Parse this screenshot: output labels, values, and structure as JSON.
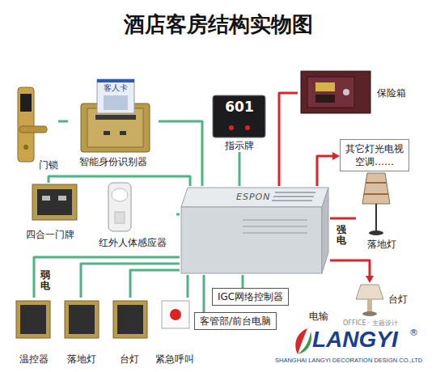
{
  "diagram": {
    "title": "酒店客房结构实物图",
    "nodes": [
      {
        "text": [
          "门锁"
        ]
      },
      {
        "text": [
          "智能身份识别器"
        ]
      },
      {
        "text": [
          "601",
          "指示牌"
        ]
      },
      {
        "text": [
          "保险箱"
        ]
      },
      {
        "text": [
          "其它灯光电视 空调……"
        ]
      },
      {
        "text": [
          "落地灯"
        ]
      },
      {
        "text": [
          "四合一门牌"
        ]
      },
      {
        "text": [
          "红外人体感应器"
        ]
      },
      {
        "text": [
          "ESPON"
        ]
      },
      {
        "text": [
          "台灯"
        ]
      },
      {
        "text": [
          "温控器"
        ]
      },
      {
        "text": [
          "落地灯"
        ]
      },
      {
        "text": [
          "台灯"
        ]
      },
      {
        "text": [
          "紧急呼叫"
        ]
      },
      {
        "text": [
          "IGC网络控制器"
        ]
      },
      {
        "text": [
          "客管部/前台电脑"
        ]
      }
    ],
    "edges": [
      {
        "from": 0,
        "to": 1,
        "arrow": "none"
      },
      {
        "from": 1,
        "to": 8,
        "arrow": "none"
      },
      {
        "from": 2,
        "to": 8,
        "arrow": "none"
      },
      {
        "from": 8,
        "to": 3,
        "arrow": "none"
      },
      {
        "from": 8,
        "to": 4,
        "arrow": "to"
      },
      {
        "from": 8,
        "to": 5,
        "arrow": "none"
      },
      {
        "from": 8,
        "to": 9,
        "arrow": "to"
      },
      {
        "from": 6,
        "to": 8,
        "arrow": "none"
      },
      {
        "from": 7,
        "to": 8,
        "arrow": "none"
      },
      {
        "from": 10,
        "to": 8,
        "arrow": "none"
      },
      {
        "from": 11,
        "to": 8,
        "arrow": "none"
      },
      {
        "from": 12,
        "to": 8,
        "arrow": "none"
      },
      {
        "from": 13,
        "to": 8,
        "arrow": "none"
      },
      {
        "from": 14,
        "to": 8,
        "arrow": "none"
      },
      {
        "from": 15,
        "to": 8,
        "arrow": "none"
      }
    ],
    "labels": [
      "客人卡",
      "强电",
      "弱电",
      "电输",
      "OFFICE · 主题设计",
      "LANGYI",
      "®",
      "SHANGHAI LANGYI DECORATION DESIGN CO.,LTD"
    ]
  }
}
